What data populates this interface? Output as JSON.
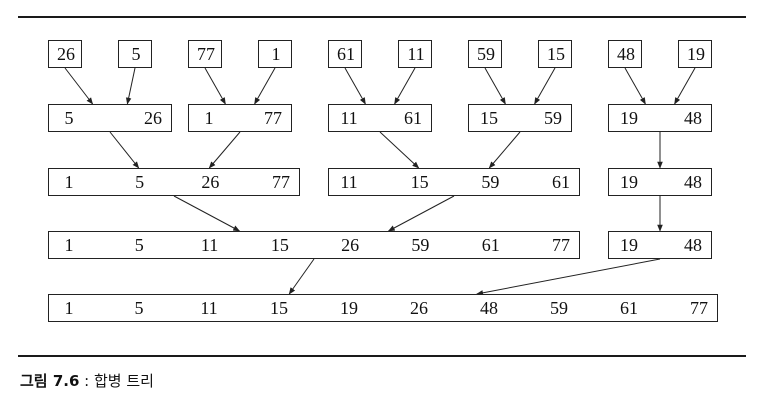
{
  "figure": {
    "caption_label": "그림 7.6",
    "caption_sep": " : ",
    "caption_text": "합병 트리"
  },
  "rows": [
    {
      "name": "level-0",
      "boxes": [
        [
          "26"
        ],
        [
          "5"
        ],
        [
          "77"
        ],
        [
          "1"
        ],
        [
          "61"
        ],
        [
          "11"
        ],
        [
          "59"
        ],
        [
          "15"
        ],
        [
          "48"
        ],
        [
          "19"
        ]
      ]
    },
    {
      "name": "level-1",
      "boxes": [
        [
          "5",
          "26"
        ],
        [
          "1",
          "77"
        ],
        [
          "11",
          "61"
        ],
        [
          "15",
          "59"
        ],
        [
          "19",
          "48"
        ]
      ]
    },
    {
      "name": "level-2",
      "boxes": [
        [
          "1",
          "5",
          "26",
          "77"
        ],
        [
          "11",
          "15",
          "59",
          "61"
        ],
        [
          "19",
          "48"
        ]
      ]
    },
    {
      "name": "level-3",
      "boxes": [
        [
          "1",
          "5",
          "11",
          "15",
          "26",
          "59",
          "61",
          "77"
        ],
        [
          "19",
          "48"
        ]
      ]
    },
    {
      "name": "level-4",
      "boxes": [
        [
          "1",
          "5",
          "11",
          "15",
          "19",
          "26",
          "48",
          "59",
          "61",
          "77"
        ]
      ]
    }
  ],
  "edges": [
    [
      0,
      0,
      1,
      0
    ],
    [
      0,
      1,
      1,
      0
    ],
    [
      0,
      2,
      1,
      1
    ],
    [
      0,
      3,
      1,
      1
    ],
    [
      0,
      4,
      1,
      2
    ],
    [
      0,
      5,
      1,
      2
    ],
    [
      0,
      6,
      1,
      3
    ],
    [
      0,
      7,
      1,
      3
    ],
    [
      0,
      8,
      1,
      4
    ],
    [
      0,
      9,
      1,
      4
    ],
    [
      1,
      0,
      2,
      0
    ],
    [
      1,
      1,
      2,
      0
    ],
    [
      1,
      2,
      2,
      1
    ],
    [
      1,
      3,
      2,
      1
    ],
    [
      1,
      4,
      2,
      2
    ],
    [
      2,
      0,
      3,
      0
    ],
    [
      2,
      1,
      3,
      0
    ],
    [
      2,
      2,
      3,
      1
    ],
    [
      3,
      0,
      4,
      0
    ],
    [
      3,
      1,
      4,
      0
    ]
  ]
}
